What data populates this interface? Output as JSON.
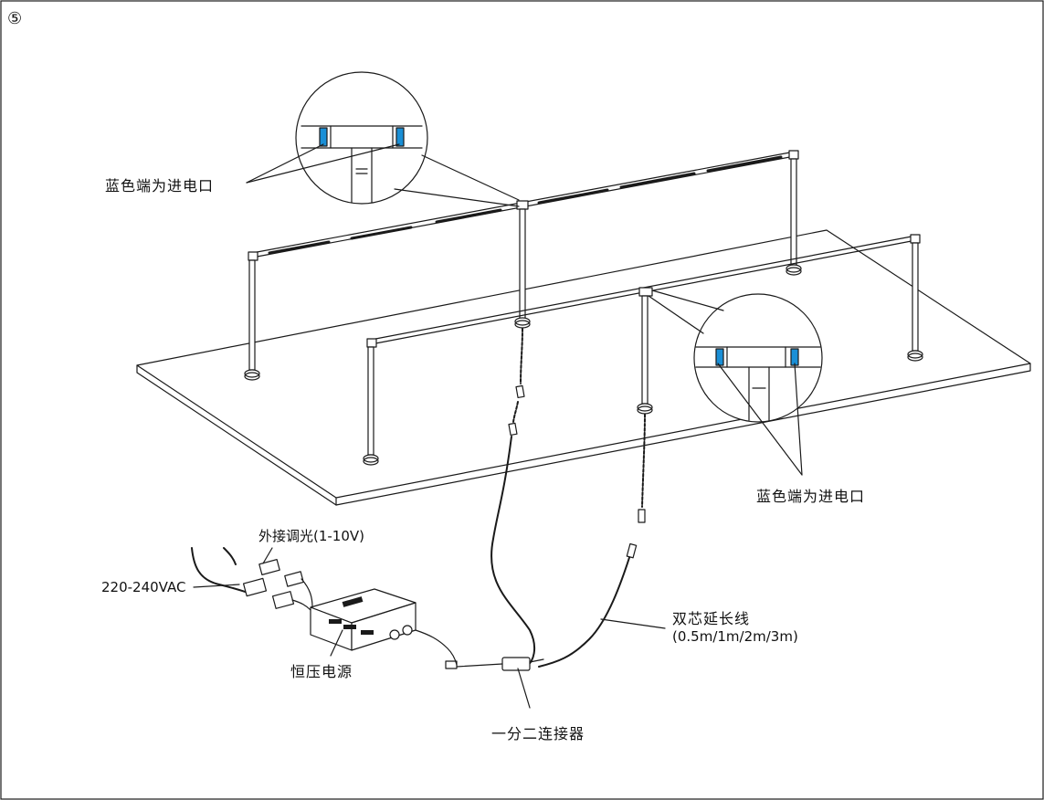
{
  "step_number": "⑤",
  "labels": {
    "blue_end_top": "蓝色端为进电口",
    "blue_end_right": "蓝色端为进电口",
    "external_dimming": "外接调光(1-10V)",
    "mains_voltage": "220-240VAC",
    "power_supply": "恒压电源",
    "extension_cable_title": "双芯延长线",
    "extension_cable_lengths": "(0.5m/1m/2m/3m)",
    "splitter": "一分二连接器"
  },
  "colors": {
    "line": "#1a1a1a",
    "blue_port": "#1a8fd6",
    "background": "#ffffff"
  }
}
